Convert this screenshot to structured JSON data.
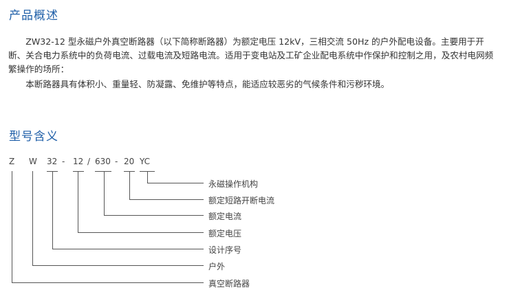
{
  "overview": {
    "heading": "产品概述",
    "paragraph1": "ZW32-12 型永磁户外真空断路器（以下简称断路器）为额定电压 12kV，三相交流 50Hz 的户外配电设备。主要用于开断、关合电力系统中的负荷电流、过载电流及短路电流。适用于变电站及工矿企业配电系统中作保护和控制之用，及农村电网频繁操作的场所：",
    "paragraph2": "本断路器具有体积小、重量轻、防凝露、免维护等特点，能适应较恶劣的气候条件和污秽环境。"
  },
  "model": {
    "heading": "型号含义",
    "code_parts": [
      "Z",
      "W",
      "32",
      "-",
      "12",
      "/",
      "630",
      "-",
      "20",
      "YC"
    ],
    "meanings": [
      "永磁操作机构",
      "额定短路开断电流",
      "额定电流",
      "额定电压",
      "设计序号",
      "户外",
      "真空断路器"
    ]
  },
  "colors": {
    "heading": "#1f5fa8",
    "text": "#333333",
    "lines": "#555555"
  }
}
